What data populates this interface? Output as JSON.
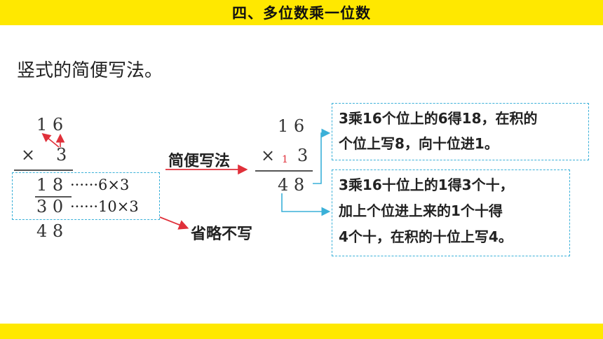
{
  "header": {
    "title": "四、多位数乘一位数"
  },
  "subtitle": "竖式的简便写法。",
  "left_calc": {
    "multiplicand": "1 6",
    "times_sign": "×",
    "multiplier": "3",
    "partial1": "1 8",
    "partial1_note": "······6×3",
    "partial2": "3 0",
    "partial2_note": "······10×3",
    "result": "4 8",
    "omit_label": "省略不写"
  },
  "arrow_label": "简便写法",
  "right_calc": {
    "multiplicand": "1 6",
    "times_sign": "×",
    "carry": "1",
    "multiplier": "3",
    "result": "4 8"
  },
  "explanations": {
    "box1": [
      "3乘16个位上的6得18，在积的",
      "个位上写8，向十位进1。"
    ],
    "box2": [
      "3乘16十位上的1得3个十，",
      "加上个位进上来的1个十得",
      "4个十，在积的十位上写4。"
    ]
  },
  "colors": {
    "banner": "#ffe800",
    "dash": "#3ab0d8",
    "arrow_red": "#e0303a",
    "arrow_blue": "#3ab0d8"
  }
}
